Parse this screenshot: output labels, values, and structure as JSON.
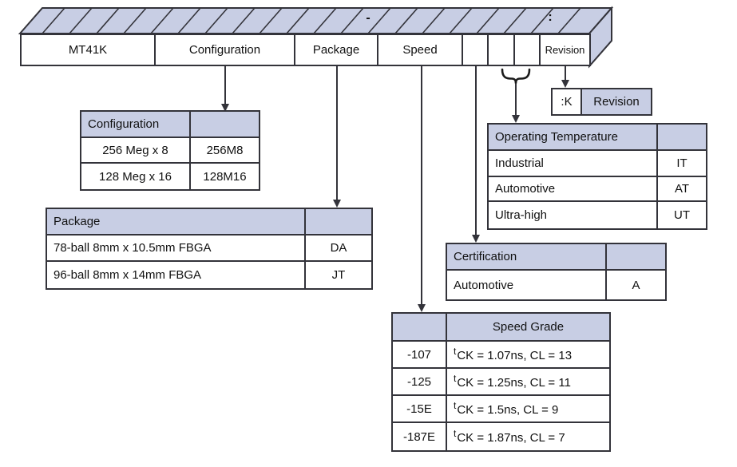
{
  "bar": {
    "cells": [
      "MT41K",
      "Configuration",
      "Package",
      "Speed",
      "",
      "",
      "",
      "Revision"
    ],
    "dash": "-",
    "colon": ":"
  },
  "revision_box": {
    "code": ":K",
    "label": "Revision"
  },
  "tables": {
    "configuration": {
      "title": "Configuration",
      "rows": [
        [
          "256 Meg x 8",
          "256M8"
        ],
        [
          "128 Meg x 16",
          "128M16"
        ]
      ]
    },
    "package": {
      "title": "Package",
      "rows": [
        [
          "78-ball 8mm x 10.5mm FBGA",
          "DA"
        ],
        [
          "96-ball 8mm x 14mm FBGA",
          "JT"
        ]
      ]
    },
    "speed": {
      "title": "Speed Grade",
      "rows": [
        {
          "code": "-107",
          "sup": "t",
          "desc": "CK = 1.07ns, CL = 13"
        },
        {
          "code": "-125",
          "sup": "t",
          "desc": "CK = 1.25ns, CL = 11"
        },
        {
          "code": "-15E",
          "sup": "t",
          "desc": "CK = 1.5ns, CL = 9"
        },
        {
          "code": "-187E",
          "sup": "t",
          "desc": "CK = 1.87ns, CL = 7"
        }
      ]
    },
    "certification": {
      "title": "Certification",
      "rows": [
        [
          "Automotive",
          "A"
        ]
      ]
    },
    "operating_temperature": {
      "title": "Operating Temperature",
      "rows": [
        [
          "Industrial",
          "IT"
        ],
        [
          "Automotive",
          "AT"
        ],
        [
          "Ultra-high",
          "UT"
        ]
      ]
    }
  },
  "colors": {
    "header_fill": "#c8cee4",
    "border": "#33333a",
    "text": "#111111",
    "background": "#ffffff"
  }
}
